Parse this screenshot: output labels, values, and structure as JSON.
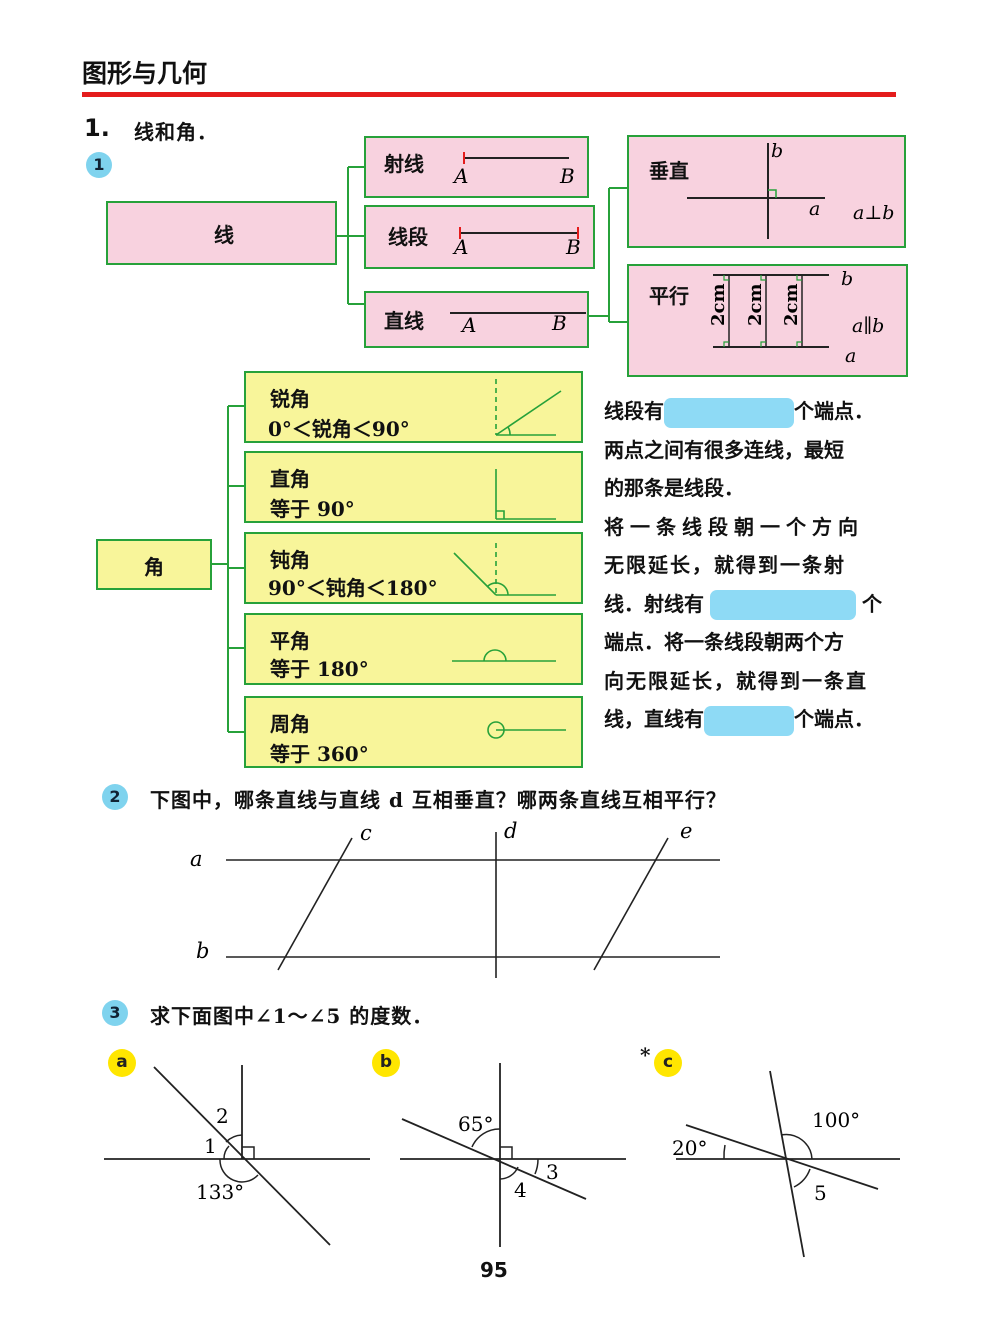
{
  "page": {
    "heading": "图形与几何",
    "section_number": "1.",
    "section_title": "线和角．",
    "page_number": "95"
  },
  "part1": {
    "badge": "1",
    "line_root": "线",
    "angle_root": "角",
    "ray": {
      "label": "射线",
      "point_a": "A",
      "point_b": "B"
    },
    "segment": {
      "label": "线段",
      "point_a": "A",
      "point_b": "B"
    },
    "straight": {
      "label": "直线",
      "point_a": "A",
      "point_b": "B"
    },
    "perpendicular": {
      "label": "垂直",
      "line_b": "b",
      "line_a": "a",
      "relation": "a⊥b"
    },
    "parallel": {
      "label": "平行",
      "line_b": "b",
      "line_a": "a",
      "relation": "a∥b",
      "distance": "2cm"
    },
    "angles": [
      {
        "name": "锐角",
        "desc": "0°＜锐角＜90°"
      },
      {
        "name": "直角",
        "desc": "等于 90°"
      },
      {
        "name": "钝角",
        "desc": "90°＜钝角＜180°"
      },
      {
        "name": "平角",
        "desc": "等于 180°"
      },
      {
        "name": "周角",
        "desc": "等于 360°"
      }
    ],
    "paragraph": {
      "l1a": "线段有",
      "l1b": "个端点．",
      "l2": "两点之间有很多连线，最短",
      "l3": "的那条是线段．",
      "l4": "将一条线段朝一个方向",
      "l5": "无限延长，就得到一条射",
      "l6a": "线．射线有",
      "l6b": "个",
      "l7": "端点．将一条线段朝两个方",
      "l8": "向无限延长，就得到一条直",
      "l9a": "线，直线有",
      "l9b": "个端点．"
    }
  },
  "part2": {
    "badge": "2",
    "question": "下图中，哪条直线与直线 d 互相垂直？哪两条直线互相平行？",
    "labels": {
      "a": "a",
      "b": "b",
      "c": "c",
      "d": "d",
      "e": "e"
    }
  },
  "part3": {
    "badge": "3",
    "question": "求下面图中∠1～∠5 的度数．",
    "fig_a": {
      "badge": "a",
      "angle1": "1",
      "angle2": "2",
      "given": "133°"
    },
    "fig_b": {
      "badge": "b",
      "given": "65°",
      "angle3": "3",
      "angle4": "4"
    },
    "fig_c": {
      "badge": "c",
      "star": "*",
      "given1": "20°",
      "given2": "100°",
      "angle5": "5"
    }
  },
  "colors": {
    "accent_red": "#e41c1c",
    "box_pink": "#f8d2df",
    "box_yellow": "#f8f59a",
    "border_green": "#27a13a",
    "blank_blue": "#8edaf5"
  }
}
